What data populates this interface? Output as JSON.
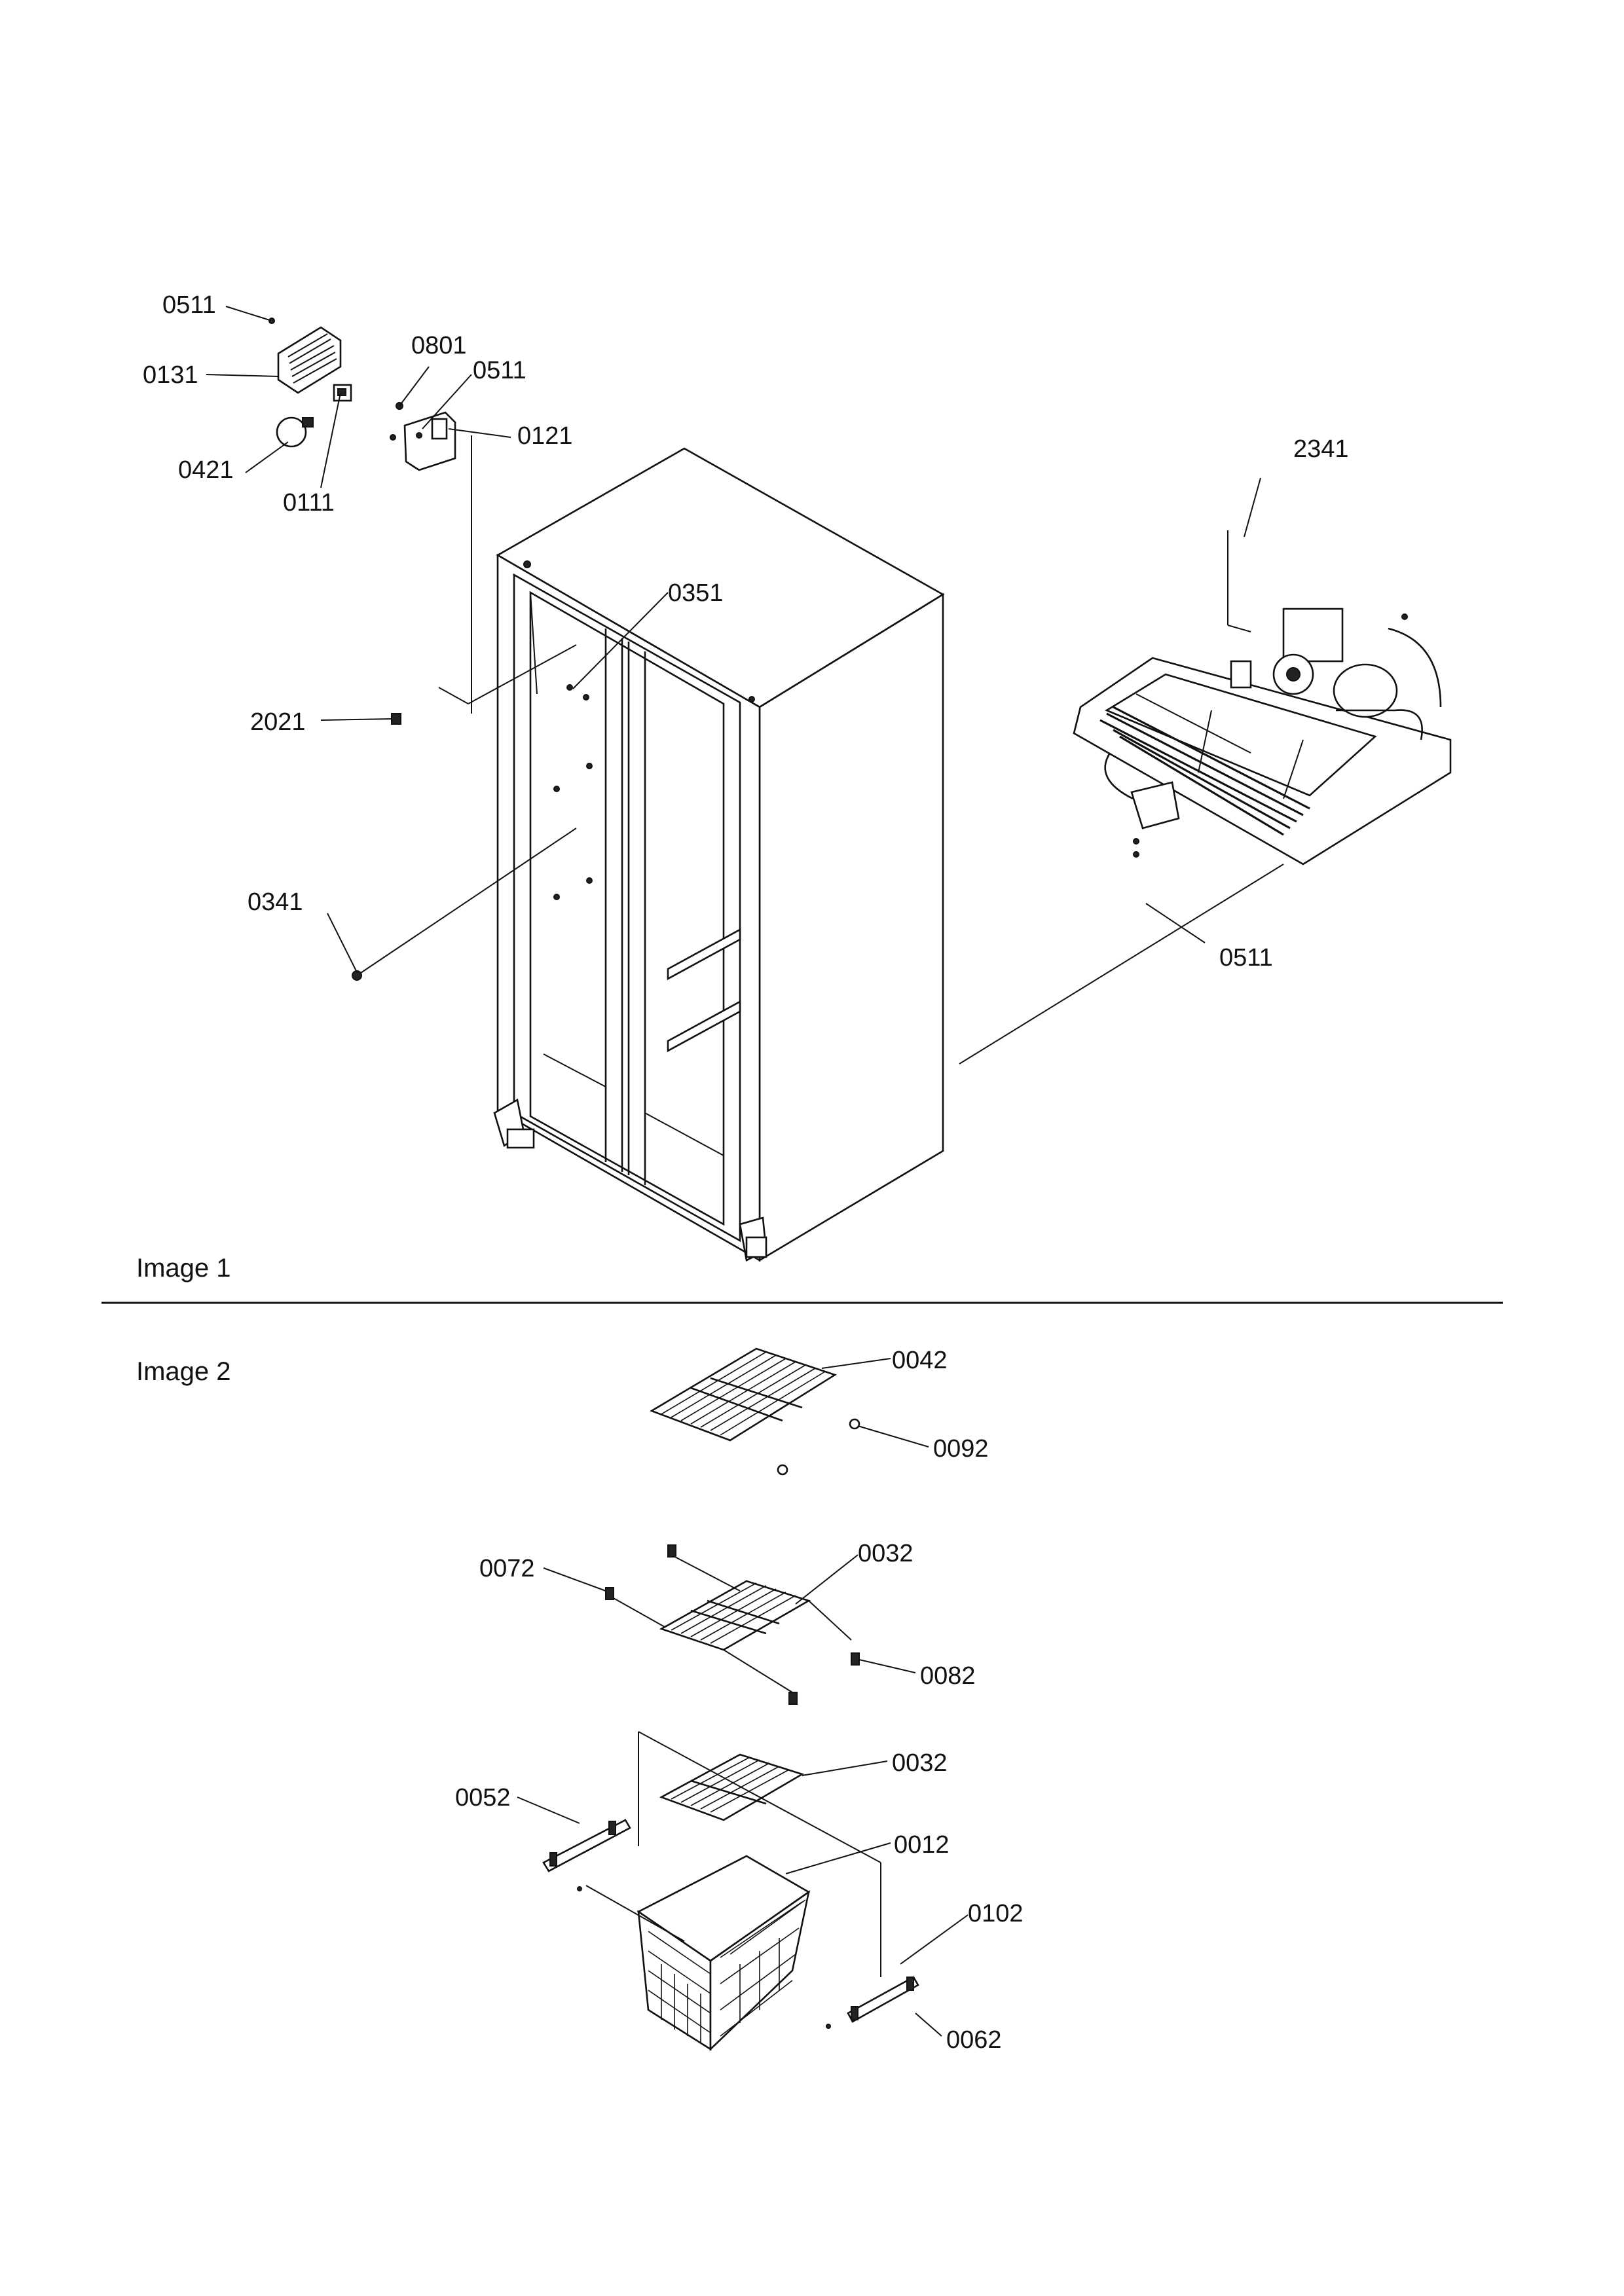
{
  "sections": [
    {
      "label": "Image 1"
    },
    {
      "label": "Image 2"
    }
  ],
  "callouts": [
    "0511",
    "0131",
    "0801",
    "0511",
    "0121",
    "0421",
    "0111",
    "2341",
    "0351",
    "2021",
    "0341",
    "0511",
    "0042",
    "0092",
    "0072",
    "0032",
    "0082",
    "0032",
    "0052",
    "0012",
    "0102",
    "0062"
  ]
}
